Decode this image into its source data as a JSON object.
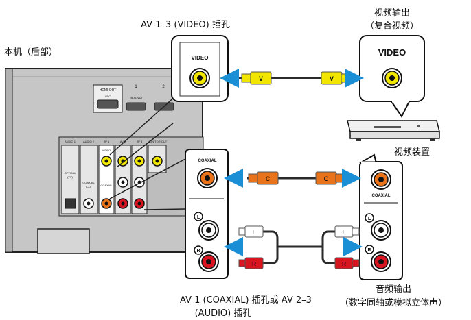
{
  "labels": {
    "av13_video_jack": "AV 1–3 (VIDEO) 插孔",
    "video_output_line1": "视频输出",
    "video_output_line2": "（复合视频）",
    "unit_rear": "本机（后部）",
    "video_device": "视频装置",
    "coaxial_or_audio_line1": "AV 1 (COAXIAL) 插孔或 AV 2–3",
    "coaxial_or_audio_line2": "(AUDIO) 插孔",
    "audio_output_line1": "音频输出",
    "audio_output_line2": "（数字同轴或模拟立体声）"
  },
  "callouts": {
    "video_left": "VIDEO",
    "video_right": "VIDEO",
    "coaxial_left": "COAXIAL",
    "coaxial_right": "COAXIAL",
    "left_audio": "L",
    "right_audio": "R"
  },
  "cable_tags": {
    "video": "V",
    "coaxial": "C",
    "left": "L",
    "right": "R"
  },
  "panel": {
    "hdmi_out": "HDMI OUT",
    "hdmi_arc": "ARC",
    "hdmi_1": "1",
    "hdmi_2": "2",
    "hdmi_sub": "(BD/DVD)",
    "audio1": "AUDIO 1",
    "audio2": "AUDIO 2",
    "av1": "AV 1",
    "av2": "AV 2",
    "av3": "AV 3",
    "monitor_out": "MONITOR OUT",
    "optical": "OPTICAL",
    "optical_sub": "(TV)",
    "coaxial_panel": "COAXIAL",
    "coaxial_sub": "(CD)",
    "coaxial_av1": "COAXIAL",
    "video_panel": "VIDEO",
    "l_mark": "L",
    "r_mark": "R"
  },
  "colors": {
    "arrow": "#1b8fd6",
    "video_yellow": "#f2e600",
    "coax_orange": "#e8731a",
    "audio_red": "#d8141e",
    "cable": "#2a2a2a",
    "panel_gray": "#c9c9c9"
  }
}
